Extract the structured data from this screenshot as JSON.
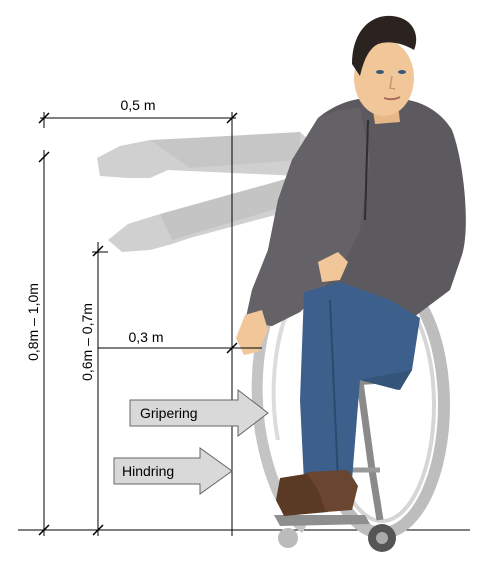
{
  "dimensions": {
    "reach_forward": "0,5 m",
    "reach_short": "0,3 m",
    "height_high": "0,8m – 1,0m",
    "height_low": "0,6m – 0,7m"
  },
  "arrows": {
    "grip": "Gripering",
    "obstacle": "Hindring"
  },
  "colors": {
    "sweater": "#5c5a5e",
    "jeans": "#3c5f8c",
    "skin": "#f1c79a",
    "hair": "#2a2320",
    "shoes": "#5a3a24",
    "wheelchair": "#a9a9a9",
    "ghost_arm": "#cdcdcd",
    "arrow_fill": "#d9d9d9"
  },
  "icons": [
    "person-in-wheelchair",
    "reach-arm-silhouette"
  ]
}
